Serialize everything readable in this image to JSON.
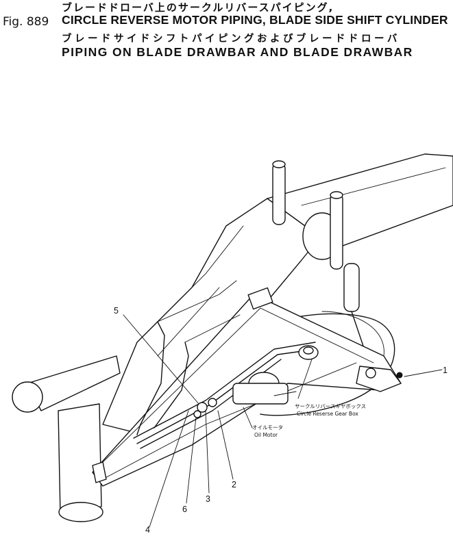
{
  "header": {
    "figure_number": "Fig. 889",
    "title_jp_line1": "ブレードドローバ上のサークルリバースパイピング,",
    "title_en_line1": "CIRCLE REVERSE MOTOR PIPING, BLADE SIDE SHIFT CYLINDER",
    "title_jp_line2": "ブレードサイドシフトパイピングおよびブレードドローバ",
    "title_en_line2": "PIPING ON BLADE DRAWBAR AND BLADE DRAWBAR"
  },
  "callouts": {
    "part_1": "1",
    "part_2": "2",
    "part_3": "3",
    "part_4": "4",
    "part_5": "5",
    "part_6": "6"
  },
  "annotations": {
    "gear_box_jp": "サークルリバースギヤボックス",
    "gear_box_en": "Circle Reserse Gear Box",
    "oil_motor_jp": "オイルモータ",
    "oil_motor_en": "Oil Motor"
  }
}
